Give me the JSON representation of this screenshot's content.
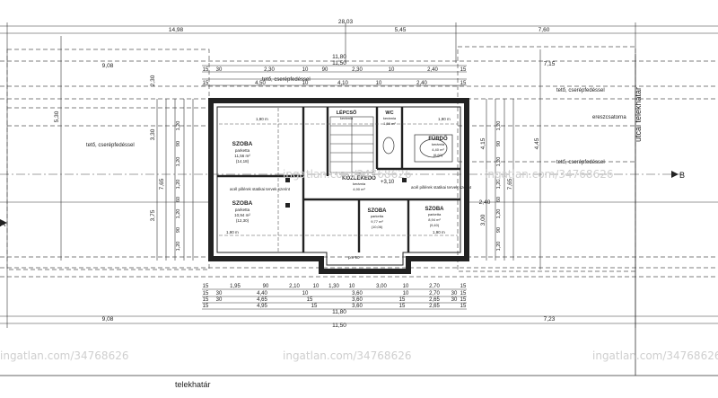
{
  "dims": {
    "total_width": "28,03",
    "left_span": "14,98",
    "mid_span": "5,45",
    "right_span": "7,60",
    "roof_left": "9,08",
    "roof_right": "7,15",
    "top_11_80": "11,80",
    "top_11_50": "11,50",
    "bottom_11_80": "11,80",
    "bottom_11_50": "11,50",
    "bottom_left": "9,08",
    "bottom_right": "7,23",
    "left_530": "5,30",
    "left_330": "3,30",
    "left_375": "3,75",
    "left_765": "7,65",
    "right_415": "4,15",
    "right_445": "4,45",
    "right_300": "3,00",
    "right_765": "7,65",
    "right_2_40": "2,40",
    "roof_left_230": "2,30"
  },
  "dim_rows": {
    "top1": [
      "15",
      "30",
      "2,30",
      "10",
      "90",
      "2,30",
      "10",
      "2,40",
      "15"
    ],
    "top2": [
      "15",
      "4,50",
      "10",
      "4,10",
      "10",
      "2,40",
      "15"
    ],
    "bot1": [
      "15",
      "1,95",
      "90",
      "2,10",
      "10",
      "1,30",
      "10",
      "3,00",
      "10",
      "2,70",
      "15"
    ],
    "bot2": [
      "15",
      "30",
      "4,40",
      "10",
      "3,60",
      "10",
      "2,70",
      "30",
      "15"
    ],
    "bot3": [
      "15",
      "30",
      "4,65",
      "15",
      "3,60",
      "15",
      "2,65",
      "30",
      "15"
    ],
    "bot4": [
      "15",
      "4,95",
      "15",
      "3,60",
      "15",
      "2,65",
      "15"
    ],
    "left_col": [
      "1,20",
      "90",
      "1,20",
      "1,20",
      "60",
      "1,20",
      "90",
      "1,20"
    ],
    "right_col": [
      "1,20",
      "90",
      "1,20",
      "1,20",
      "60",
      "1,20",
      "90",
      "1,20"
    ]
  },
  "rooms": [
    {
      "name": "SZOBA",
      "floor": "parketta",
      "area": "11,56 m²",
      "alt": "(14,18)"
    },
    {
      "name": "SZOBA",
      "floor": "parketta",
      "area": "10,94 m²",
      "alt": "(12,30)"
    },
    {
      "name": "LÉPCSŐ",
      "floor": "kerámia",
      "area": "",
      "alt": ""
    },
    {
      "name": "WC",
      "floor": "kerámia",
      "area": "1,56 m²",
      "alt": ""
    },
    {
      "name": "FÜRDŐ",
      "floor": "kerámia",
      "area": "4,40 m²",
      "alt": "(6,60)"
    },
    {
      "name": "KÖZLEKEDŐ",
      "floor": "kerámia",
      "area": "4,90 m²",
      "alt": ""
    },
    {
      "name": "SZOBA",
      "floor": "parketta",
      "area": "9,77 m²",
      "alt": "(10,06)"
    },
    {
      "name": "SZOBA",
      "floor": "parketta",
      "area": "8,94 m²",
      "alt": "(9,40)"
    }
  ],
  "labels": {
    "roof_top": "tető, cserépfedéssel",
    "roof_left": "tető, cserépfedéssel",
    "roof_right1": "tető, cserépfedéssel",
    "roof_right2": "tető, cserépfedéssel",
    "ereszcsatorna": "ereszcsatorna",
    "street": "utcai telekhatár",
    "telekhatar": "telekhatár",
    "section_a": "A",
    "section_b": "B",
    "steel_left": "acél pillérek statikai tervek szerint",
    "steel_right": "acél pillérek statikai tervek szerint",
    "plus": "+3,10",
    "ceiling1": "1,90 m",
    "ceiling2": "1,90 m",
    "ceiling3": "1,90 m",
    "ceiling4": "1,90 m",
    "pm90": "pm 90",
    "watermark": "ingatlan.com/34768626"
  }
}
